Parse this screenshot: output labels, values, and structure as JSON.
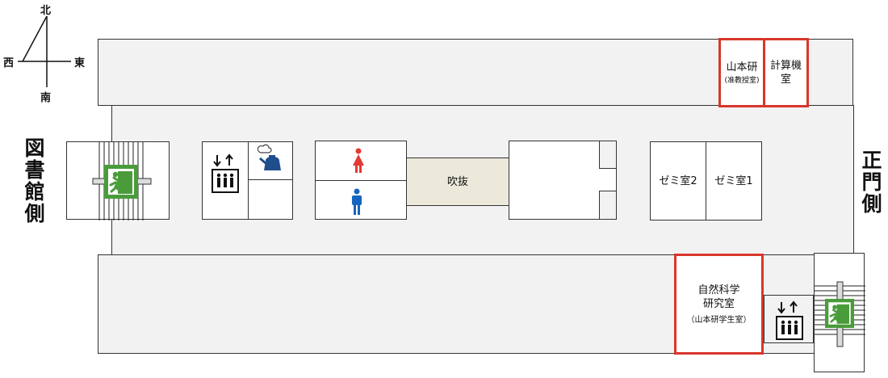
{
  "compass": {
    "north": "北",
    "south": "南",
    "east": "東",
    "west": "西"
  },
  "side_labels": {
    "left": "図書館側",
    "right": "正門側"
  },
  "rooms": {
    "yamamoto_lab": {
      "name": "山本研",
      "sub": "(准教授室)"
    },
    "computer_room": {
      "line1": "計算機",
      "line2": "室"
    },
    "atrium": "吹抜",
    "seminar2": "ゼミ室2",
    "seminar1": "ゼミ室1",
    "natural_science": {
      "line1": "自然科学",
      "line2": "研究室",
      "line3": "（山本研学生室）"
    }
  },
  "icons": [
    "compass-icon",
    "emergency-exit-icon",
    "elevator-icon",
    "kettle-icon",
    "female-restroom-icon",
    "male-restroom-icon"
  ],
  "colors": {
    "highlight": "#d9362b",
    "exit_green": "#4a9c3b",
    "female": "#e53935",
    "male": "#1565c0",
    "kettle": "#1f4e8c",
    "atrium": "#ece9db",
    "floor": "#f2f2f2"
  }
}
